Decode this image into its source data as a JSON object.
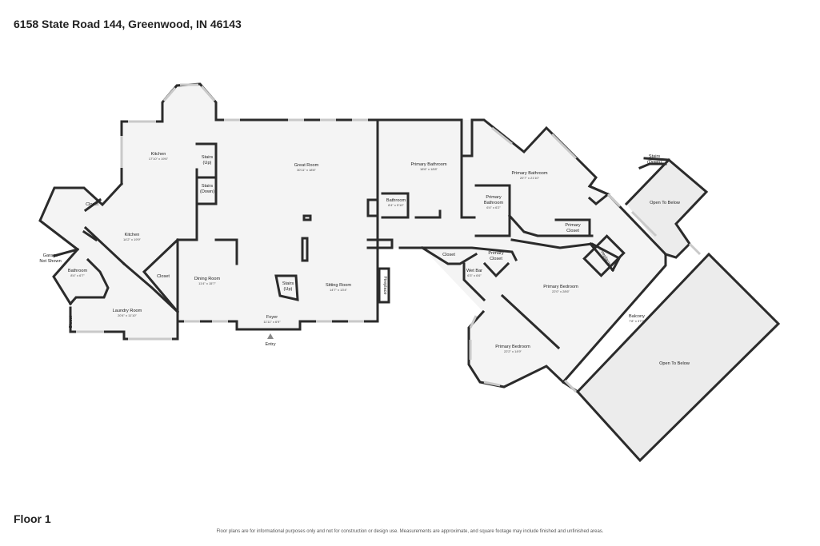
{
  "address": "6158 State Road 144, Greenwood, IN 46143",
  "floor_label": "Floor 1",
  "disclaimer": "Floor plans are for informational purposes only and not for construction or design use. Measurements are approximate, and square footage may include finished and unfinished areas.",
  "rooms": {
    "kitchen_a": {
      "name": "Kitchen",
      "dims": "17'10\" x 19'6\""
    },
    "kitchen_b": {
      "name": "Kitchen",
      "dims": "14'2\" x 19'9\""
    },
    "great_room": {
      "name": "Great Room",
      "dims": "30'11\" x 18'8\""
    },
    "stairs_up": {
      "name": "Stairs",
      "sub": "(Up)"
    },
    "stairs_down": {
      "name": "Stairs",
      "sub": "(Down)"
    },
    "primary_bath_a": {
      "name": "Primary Bathroom",
      "dims": "18'6\" x 18'8\""
    },
    "primary_bath_b": {
      "name": "Primary Bathroom",
      "dims": "20'7\" x 21'10\""
    },
    "primary_bath_c": {
      "name": "Primary",
      "sub": "Bathroom",
      "dims": "6'4\" x 6'2\""
    },
    "bathroom_mid": {
      "name": "Bathroom",
      "dims": "8'4\" x 5'10\""
    },
    "stairs_down_right": {
      "name": "Stairs",
      "sub": "(Down)"
    },
    "open_below_small": {
      "name": "Open To Below"
    },
    "primary_closet_a": {
      "name": "Primary",
      "sub": "Closet"
    },
    "primary_closet_b": {
      "name": "Primary",
      "sub": "Closet"
    },
    "fireplace_right": {
      "name": "Fireplace"
    },
    "fireplace_left": {
      "name": "Fireplace"
    },
    "closet_left": {
      "name": "Closet"
    },
    "closet_mid": {
      "name": "Closet"
    },
    "closet_center": {
      "name": "Closet"
    },
    "closet_laundry": {
      "name": "Closet"
    },
    "garage": {
      "name": "Garage",
      "sub": "Not Shown"
    },
    "bathroom_left": {
      "name": "Bathroom",
      "dims": "8'4\" x 6'7\""
    },
    "laundry": {
      "name": "Laundry Room",
      "dims": "20'4\" x 11'10\""
    },
    "dining": {
      "name": "Dining Room",
      "dims": "11'4\" x 15'7\""
    },
    "stairs_up_center": {
      "name": "Stairs",
      "sub": "(Up)"
    },
    "sitting": {
      "name": "Sitting Room",
      "dims": "14'7\" x 13'4\""
    },
    "foyer": {
      "name": "Foyer",
      "dims": "11'11\" x 6'9\""
    },
    "entry": {
      "name": "Entry"
    },
    "wet_bar": {
      "name": "Wet Bar",
      "dims": "6'3\" x 6'6\""
    },
    "primary_bedroom_a": {
      "name": "Primary Bedroom",
      "dims": "22'0\" x 28'6\""
    },
    "primary_bedroom_b": {
      "name": "Primary Bedroom",
      "dims": "22'2\" x 14'9\""
    },
    "balcony": {
      "name": "Balcony",
      "dims": "7'8\" x 37'0\""
    },
    "open_below_large": {
      "name": "Open To Below"
    }
  }
}
